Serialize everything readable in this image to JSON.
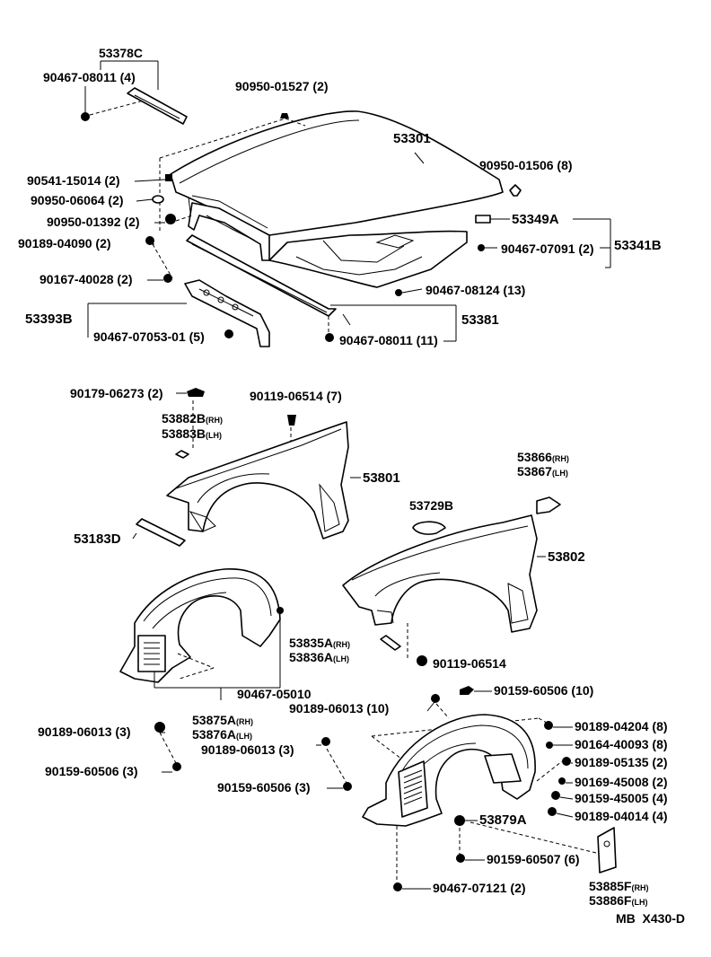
{
  "diagram_code": "MB  X430-D",
  "labels": [
    "53378C",
    "90467-08011 (4)",
    "90950-01527 (2)",
    "53301",
    "90541-15014 (2)",
    "90950-06064 (2)",
    "90950-01392 (2)",
    "90189-04090 (2)",
    "90167-40028 (2)",
    "90950-01506 (8)",
    "53349A",
    "90467-07091 (2)",
    "53341B",
    "90467-08124 (13)",
    "53393B",
    "90467-07053-01 (5)",
    "53381",
    "90467-08011 (11)",
    "90179-06273 (2)",
    "90119-06514 (7)",
    "53882B",
    "53883B",
    "53801",
    "53183D",
    "53866",
    "53867",
    "53729B",
    "53802",
    "53835A",
    "53836A",
    "90119-06514",
    "90467-05010",
    "90189-06013 (10)",
    "90159-60506 (10)",
    "53875A",
    "53876A",
    "90189-06013 (3)",
    "90189-06013 (3)",
    "90159-60506 (3)",
    "90159-60506 (3)",
    "90189-04204 (8)",
    "90164-40093 (8)",
    "90189-05135 (2)",
    "90169-45008 (2)",
    "90159-45005 (4)",
    "90189-04014 (4)",
    "53879A",
    "90159-60507 (6)",
    "90467-07121 (2)",
    "53885F",
    "53886F"
  ],
  "suffix_rh": "(RH)",
  "suffix_lh": "(LH)"
}
